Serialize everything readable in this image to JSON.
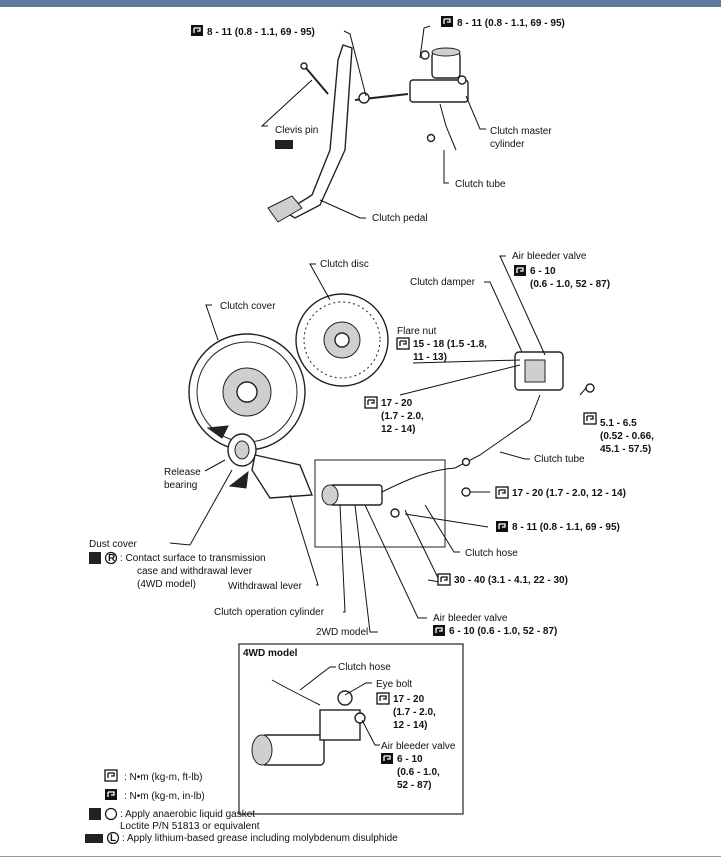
{
  "labels": {
    "top_left_torque": "8 - 11 (0.8 - 1.1, 69 - 95)",
    "top_right_torque": "8 - 11 (0.8 - 1.1, 69 - 95)",
    "clevis_pin": "Clevis pin",
    "clutch_master_cylinder_1": "Clutch master",
    "clutch_master_cylinder_2": "cylinder",
    "clutch_tube_top": "Clutch tube",
    "clutch_pedal": "Clutch pedal",
    "clutch_disc": "Clutch disc",
    "air_bleeder_valve_top": "Air bleeder valve",
    "air_bleeder_torque_top_1": "6 - 10",
    "air_bleeder_torque_top_2": "(0.6 - 1.0, 52 - 87)",
    "clutch_damper": "Clutch damper",
    "clutch_cover": "Clutch cover",
    "flare_nut": "Flare nut",
    "flare_nut_torque_1": "15 - 18 (1.5 -1.8,",
    "flare_nut_torque_2": "11 - 13)",
    "mid_torque_1": "17 - 20",
    "mid_torque_2": "(1.7 - 2.0,",
    "mid_torque_3": "12 - 14)",
    "right_torque_1": "5.1 - 6.5",
    "right_torque_2": "(0.52 - 0.66,",
    "right_torque_3": "45.1 - 57.5)",
    "clutch_tube_mid": "Clutch tube",
    "release_bearing_1": "Release",
    "release_bearing_2": "bearing",
    "torque_17_20": "17 - 20 (1.7 - 2.0, 12 - 14)",
    "torque_8_11_mid": "8 - 11 (0.8 - 1.1, 69 - 95)",
    "dust_cover": "Dust cover",
    "contact_note_1": ": Contact surface to transmission",
    "contact_note_2": "case and withdrawal lever",
    "contact_note_3": "(4WD model)",
    "withdrawal_lever": "Withdrawal lever",
    "clutch_hose_mid": "Clutch hose",
    "torque_30_40": "30 - 40 (3.1 - 4.1, 22 - 30)",
    "clutch_operation_cylinder": "Clutch operation cylinder",
    "air_bleeder_valve_mid": "Air bleeder valve",
    "air_bleeder_torque_mid": "6 - 10 (0.6 - 1.0, 52 - 87)",
    "model_2wd": "2WD model",
    "box_4wd_title": "4WD model",
    "box_clutch_hose": "Clutch hose",
    "box_eye_bolt": "Eye bolt",
    "box_eye_torque_1": "17 - 20",
    "box_eye_torque_2": "(1.7 - 2.0,",
    "box_eye_torque_3": "12 - 14)",
    "box_air_bleeder": "Air bleeder valve",
    "box_air_torque_1": "6 - 10",
    "box_air_torque_2": "(0.6 - 1.0,",
    "box_air_torque_3": "52 - 87)",
    "letter_r": "R",
    "letter_l": "L"
  },
  "legend": {
    "nm_kgm_ftlb": ": N•m (kg-m, ft-lb)",
    "nm_kgm_inlb": ": N•m (kg-m, in-lb)",
    "gasket_1": ": Apply anaerobic liquid gasket",
    "gasket_2": "Loctite P/N 51813 or equivalent",
    "grease": ": Apply lithium-based grease including molybdenum disulphide"
  },
  "icons": [
    "torque-wrench-ftlb-icon",
    "torque-wrench-inlb-icon",
    "gasket-icon",
    "grease-icon"
  ],
  "colors": {
    "frame": "#5a7a9f",
    "ink": "#111111"
  }
}
